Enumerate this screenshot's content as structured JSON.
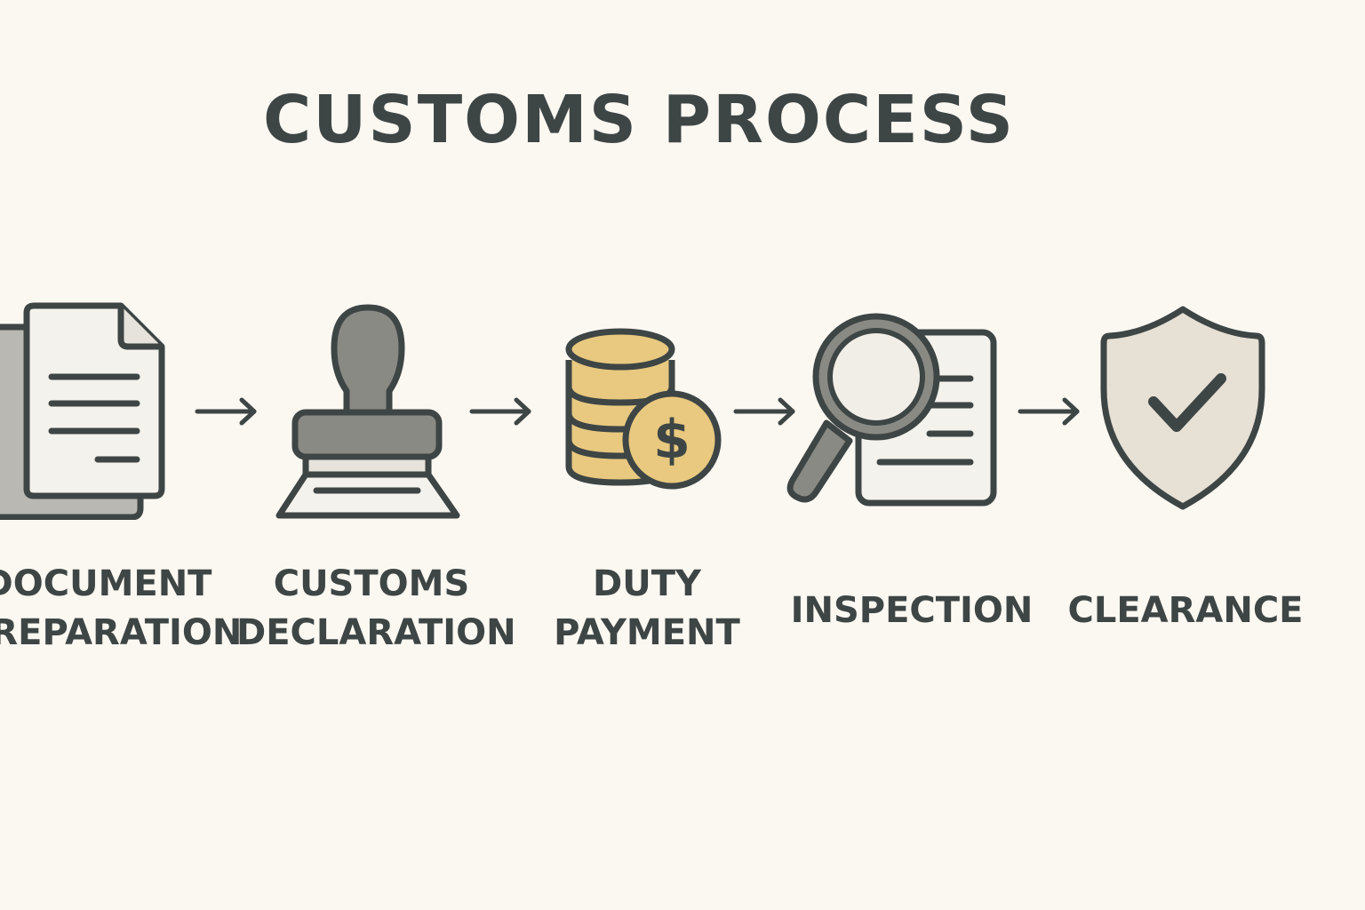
{
  "title": "CUSTOMS PROCESS",
  "colors": {
    "background": "#fbf8f2",
    "stroke": "#3e4545",
    "gray_fill": "#8a8a85",
    "light_gray": "#c4c3bd",
    "paper": "#f4f2ec",
    "coin": "#e8c97f",
    "shield": "#e6e0d5"
  },
  "steps": [
    {
      "icon": "document-icon",
      "line1": "DOCUMENT",
      "line2": "PREPARATION"
    },
    {
      "icon": "stamp-icon",
      "line1": "CUSTOMS",
      "line2": "DECLARATION"
    },
    {
      "icon": "coins-dollar-icon",
      "line1": "DUTY",
      "line2": "PAYMENT"
    },
    {
      "icon": "magnifier-document-icon",
      "line1": "INSPECTION"
    },
    {
      "icon": "shield-check-icon",
      "line1": "CLEARANCE"
    }
  ]
}
